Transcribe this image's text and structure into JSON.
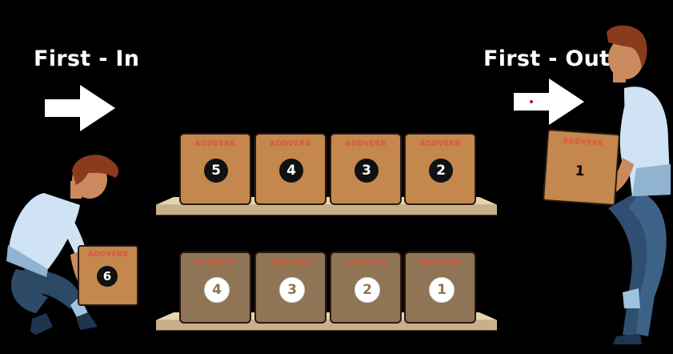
{
  "labels": {
    "first_in": "First - In",
    "first_out": "First - Out"
  },
  "brand_text": "ADDVERB",
  "top_shelf_boxes": [
    "5",
    "4",
    "3",
    "2"
  ],
  "bottom_shelf_boxes": [
    "4",
    "3",
    "2",
    "1"
  ],
  "held_box_left": "6",
  "held_box_right": "1",
  "colors": {
    "background": "#000000",
    "box_light": "#c4874d",
    "box_dark": "#8f7456",
    "brand_text": "#e0553a",
    "shelf": "#d8c39a",
    "arrow": "#ffffff"
  },
  "icons": [
    "right-arrow-icon",
    "right-arrow-icon",
    "worker-crouching",
    "worker-standing"
  ]
}
